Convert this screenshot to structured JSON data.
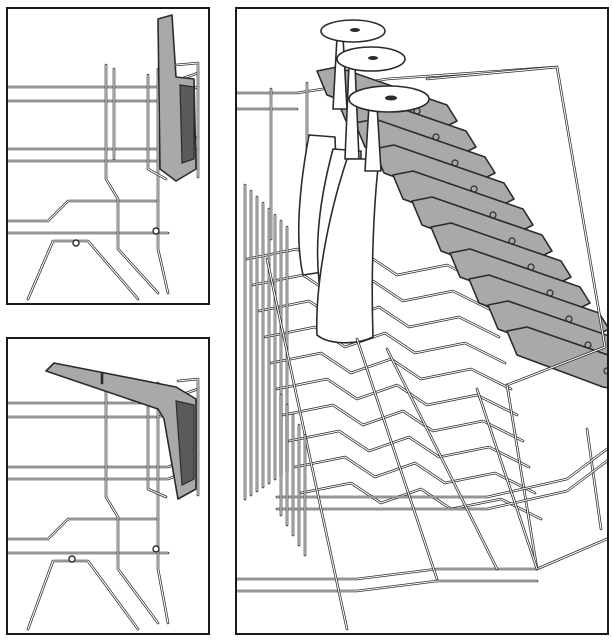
{
  "figure": {
    "panels": [
      {
        "id": "top-detail",
        "state": "tines-raised"
      },
      {
        "id": "bottom-detail",
        "state": "tines-folded"
      },
      {
        "id": "main-view",
        "content": "wine-glasses-in-rack"
      }
    ],
    "colors": {
      "outline": "#2b2b2b",
      "tine_fill": "#a9a9a9",
      "background": "#ffffff",
      "frame": "#1a1a1a"
    },
    "icons": [
      "dish-rack-wire",
      "folding-tine",
      "wine-glass"
    ]
  }
}
